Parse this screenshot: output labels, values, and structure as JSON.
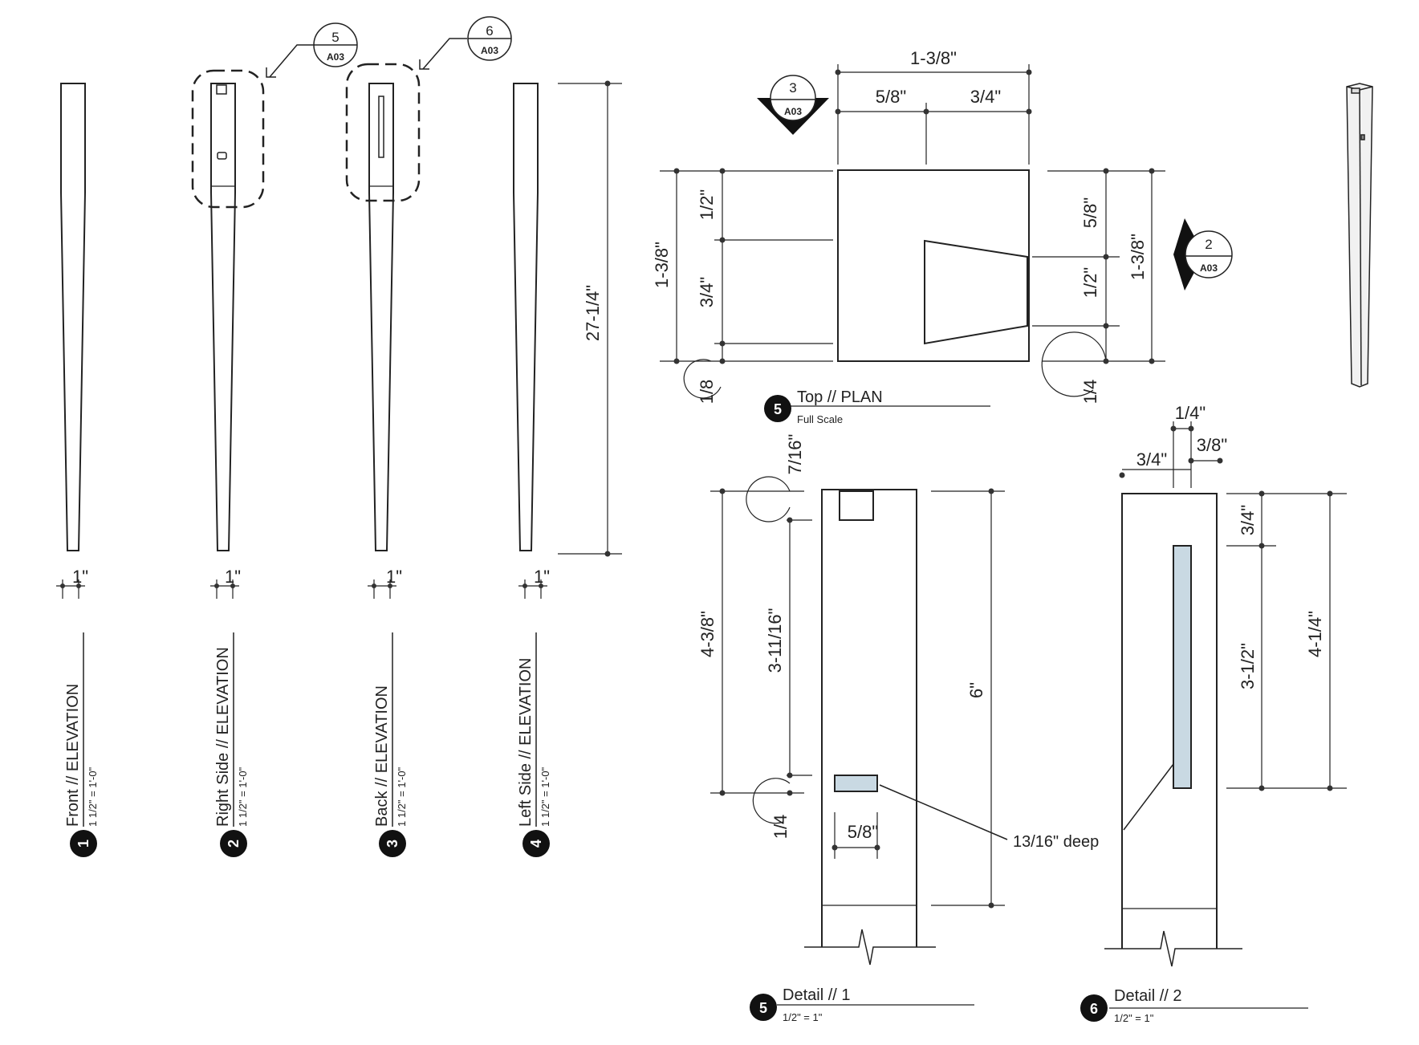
{
  "elevations": [
    {
      "num": "1",
      "title": "Front // ELEVATION",
      "scale": "1 1/2\" = 1'-0\"",
      "width_dim": "1\""
    },
    {
      "num": "2",
      "title": "Right Side // ELEVATION",
      "scale": "1 1/2\" = 1'-0\"",
      "width_dim": "1\""
    },
    {
      "num": "3",
      "title": "Back // ELEVATION",
      "scale": "1 1/2\" = 1'-0\"",
      "width_dim": "1\""
    },
    {
      "num": "4",
      "title": "Left Side // ELEVATION",
      "scale": "1 1/2\" = 1'-0\"",
      "width_dim": "1\""
    }
  ],
  "leg_height_dim": "27-1/4\"",
  "callouts": [
    {
      "num": "5",
      "sheet": "A03"
    },
    {
      "num": "6",
      "sheet": "A03"
    }
  ],
  "plan": {
    "num": "5",
    "title": "Top // PLAN",
    "scale": "Full Scale",
    "dims": {
      "top_total": "1-3/8\"",
      "top_left": "5/8\"",
      "top_right": "3/4\"",
      "left_total": "1-3/8\"",
      "left_a": "1/2\"",
      "left_b": "3/4\"",
      "left_c": "1/8",
      "right_total": "1-3/8\"",
      "right_a": "5/8\"",
      "right_b": "1/2\"",
      "right_c": "1/4"
    },
    "section_markers": [
      {
        "num": "3",
        "sheet": "A03"
      },
      {
        "num": "2",
        "sheet": "A03"
      }
    ]
  },
  "detail1": {
    "num": "5",
    "title": "Detail // 1",
    "scale": "1/2\" = 1\"",
    "dims": {
      "top": "7/16\"",
      "total_left": "4-3/8\"",
      "mid": "3-11/16\"",
      "low": "1/4",
      "width": "5/8\"",
      "height": "6\""
    }
  },
  "detail2": {
    "num": "6",
    "title": "Detail // 2",
    "scale": "1/2\" = 1\"",
    "dims": {
      "w1": "1/4\"",
      "w2": "3/8\"",
      "w3": "3/4\"",
      "top": "3/4\"",
      "slot": "3-1/2\"",
      "total": "4-1/4\""
    }
  },
  "note": "13/16\" deep",
  "colors": {
    "line": "#222222",
    "mortise_fill": "#c9d9e3",
    "badge": "#111111"
  }
}
